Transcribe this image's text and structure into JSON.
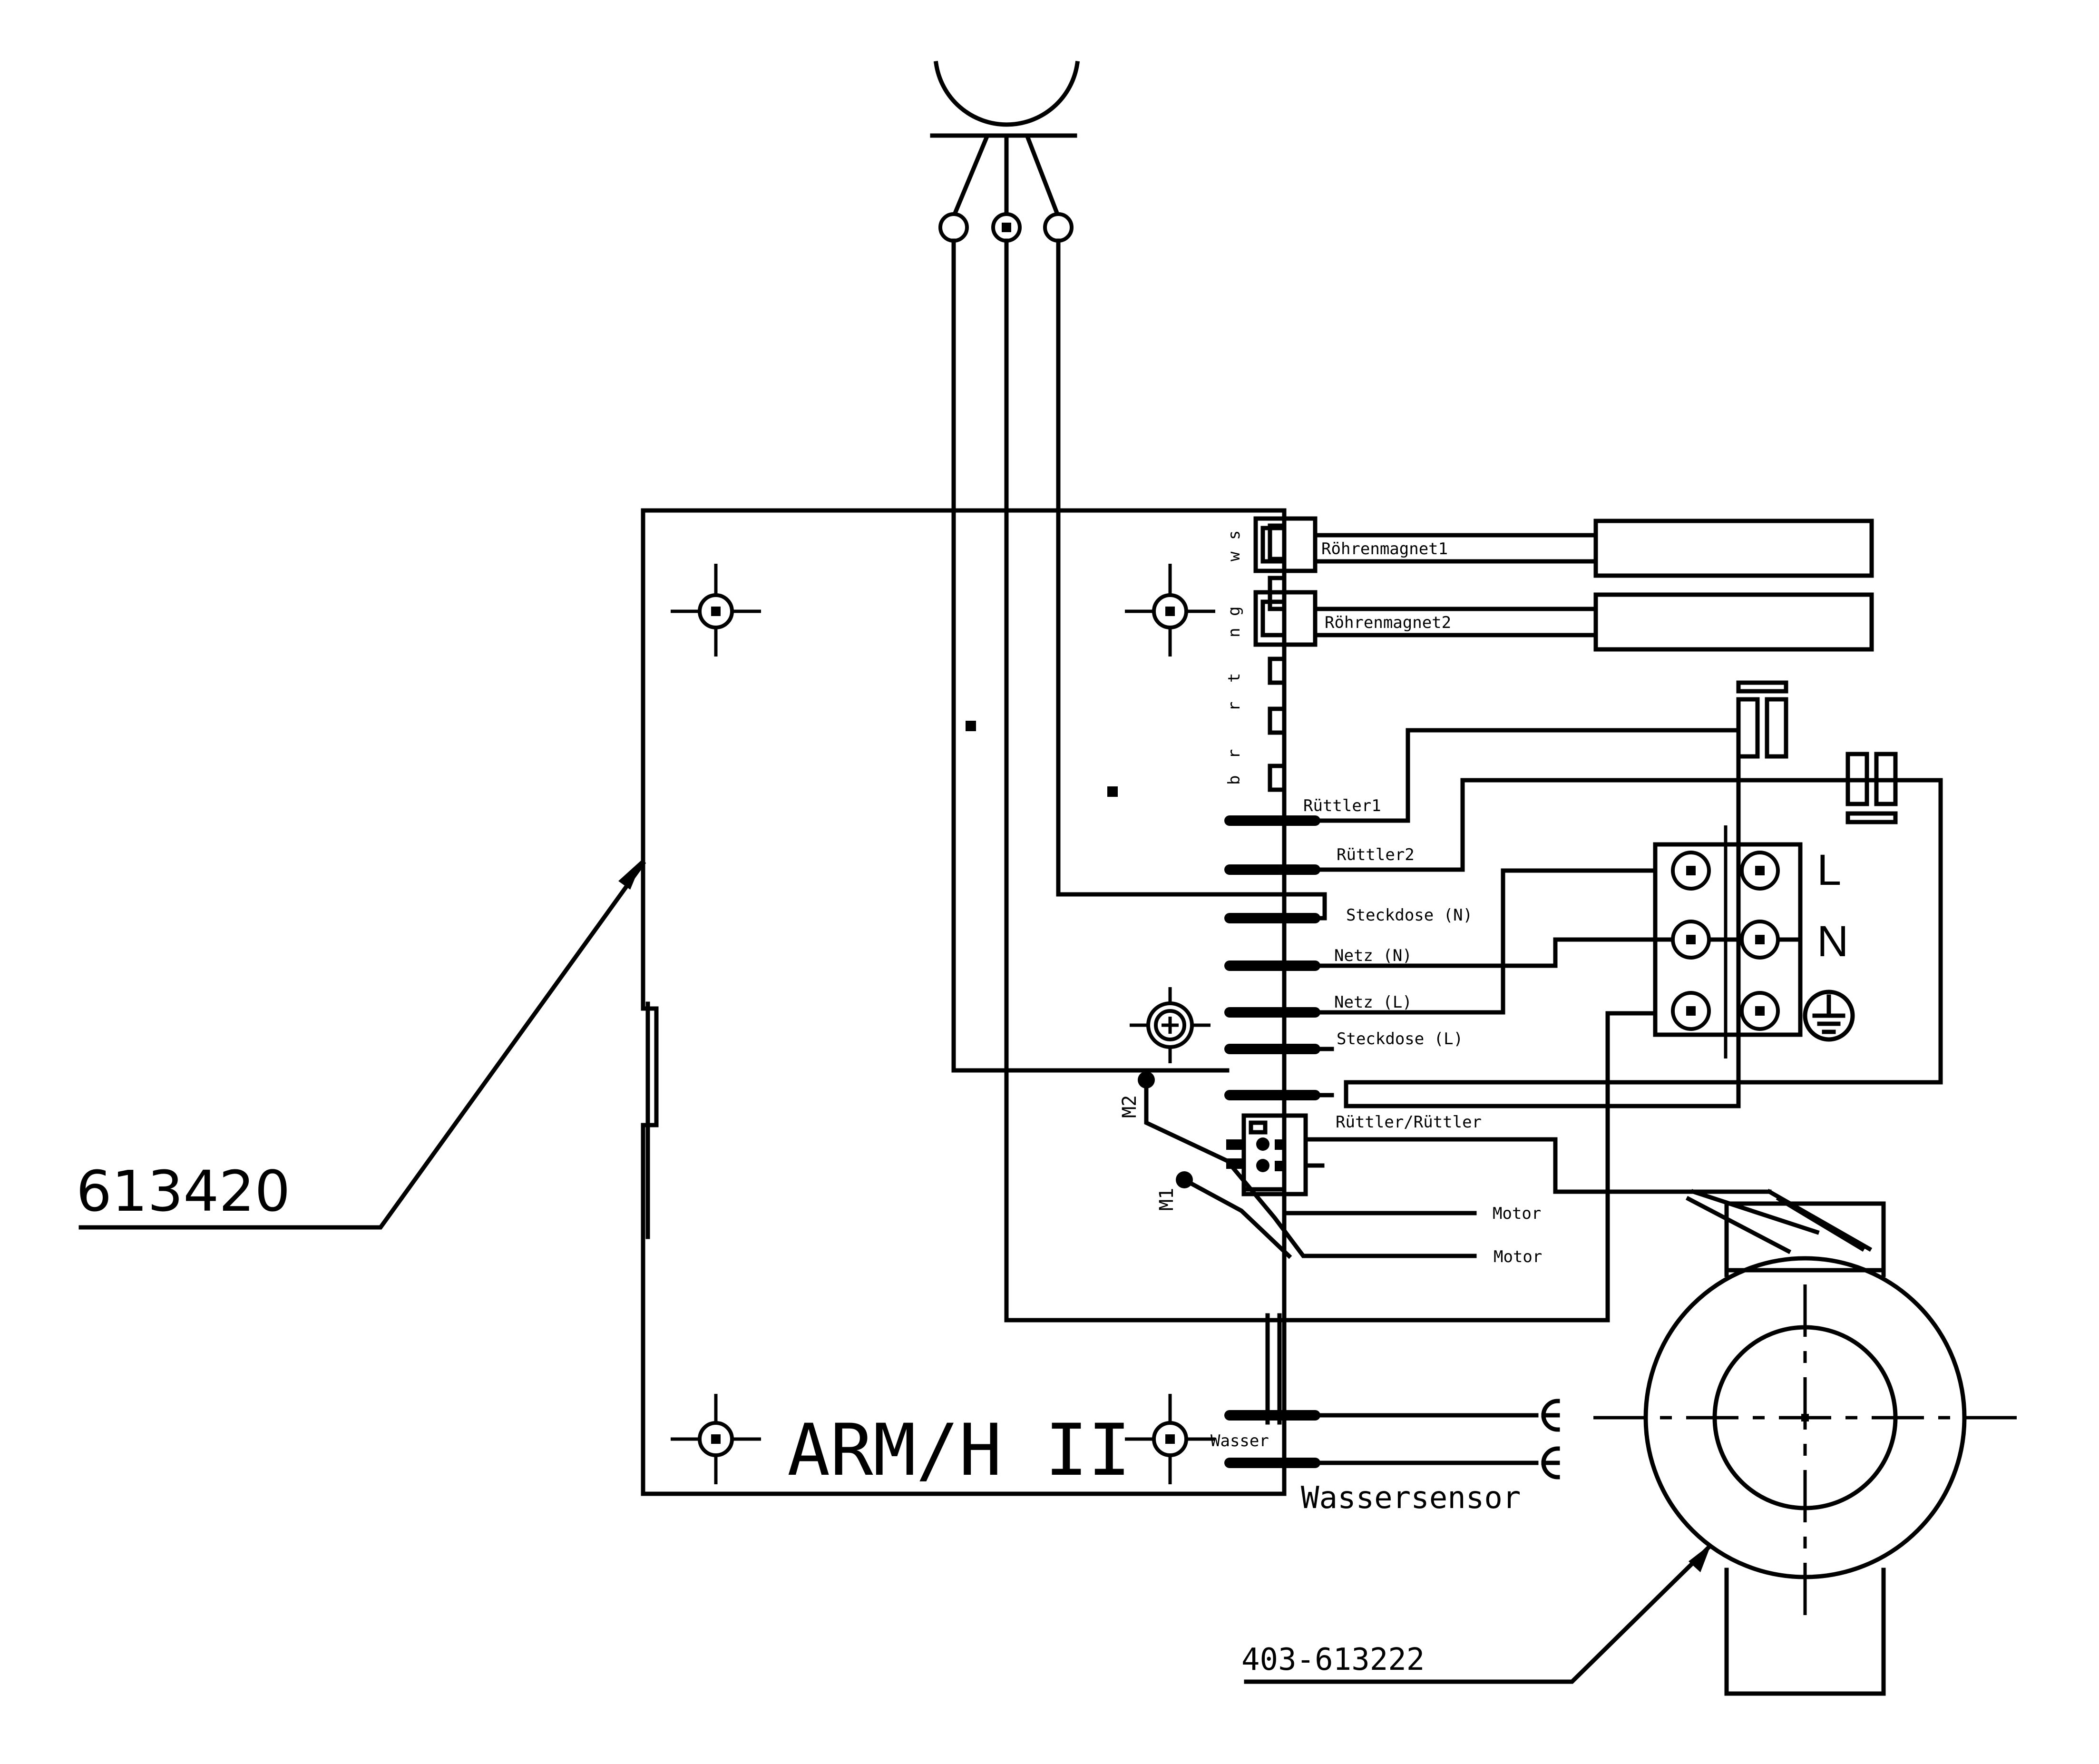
{
  "board": {
    "name": "ARM/H II",
    "part_number": "613420",
    "wire_colors": [
      "s",
      "w",
      "g",
      "n",
      "r",
      "t",
      "b",
      "r"
    ]
  },
  "tube_magnets": {
    "magnet1": "Röhrenmagnet1",
    "magnet2": "Röhrenmagnet2"
  },
  "connectors": {
    "vibrator1": "Rüttler1",
    "vibrator2": "Rüttler2",
    "socket_n": "Steckdose (N)",
    "mains_n": "Netz (N)",
    "mains_l": "Netz (L)",
    "socket_l": "Steckdose (L)",
    "vibrator_vibrator": "Rüttler/Rüttler",
    "motor_a": "Motor",
    "motor_b": "Motor",
    "water": "Wasser"
  },
  "motor_terminals": {
    "m1": "M1",
    "m2": "M2"
  },
  "terminal_block": {
    "line": "L",
    "neutral": "N",
    "ground_icon": "protective-earth-icon"
  },
  "water_sensor": {
    "label": "Wassersensor"
  },
  "motor_unit": {
    "part_number": "403-613222"
  }
}
